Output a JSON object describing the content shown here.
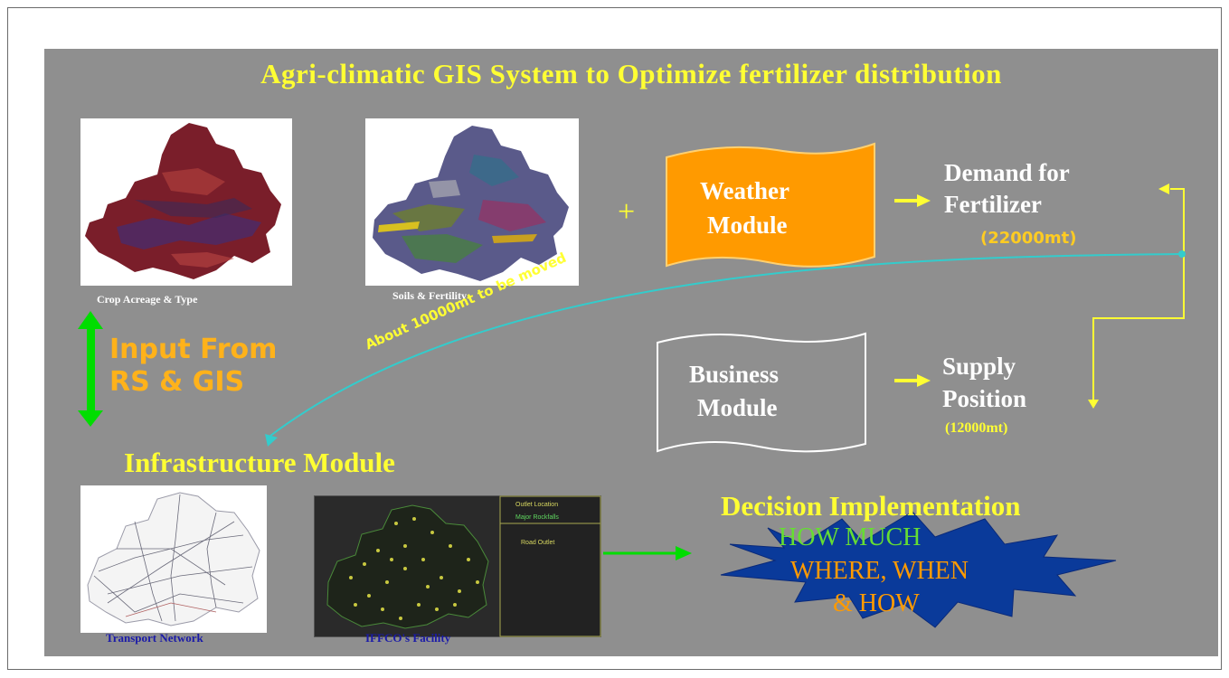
{
  "title": "Agri-climatic GIS System to Optimize fertilizer distribution",
  "maps": {
    "crop_caption": "Crop Acreage & Type",
    "soil_caption": "Soils & Fertility",
    "transport_caption": "Transport Network",
    "iffco_caption": "IFFCO's Facility",
    "iffco_legend": [
      "Outlet Location",
      "Major Rockfalls",
      "Road Outlet"
    ]
  },
  "plus": "+",
  "weather_module": {
    "line1": "Weather",
    "line2": "Module"
  },
  "business_module": {
    "line1": "Business",
    "line2": "Module"
  },
  "demand": {
    "line1": "Demand for",
    "line2": "Fertilizer",
    "amount": "(22000mt)"
  },
  "supply": {
    "line1": "Supply",
    "line2": "Position",
    "amount": "(12000mt)"
  },
  "input": {
    "line1": "Input From",
    "line2": "RS & GIS"
  },
  "moved_label": "About 10000mt to be moved",
  "infrastructure_title": "Infrastructure Module",
  "decision": {
    "title": "Decision Implementation",
    "line1": "HOW MUCH",
    "line2": "WHERE, WHEN",
    "line3": "& HOW"
  },
  "colors": {
    "slide_bg": "#8f8f8f",
    "title_yellow": "#ffff33",
    "weather_orange": "#ff9a00",
    "arrow_green": "#00dd00",
    "connector_cyan": "#33cccc",
    "star_blue": "#0a3a9a"
  }
}
